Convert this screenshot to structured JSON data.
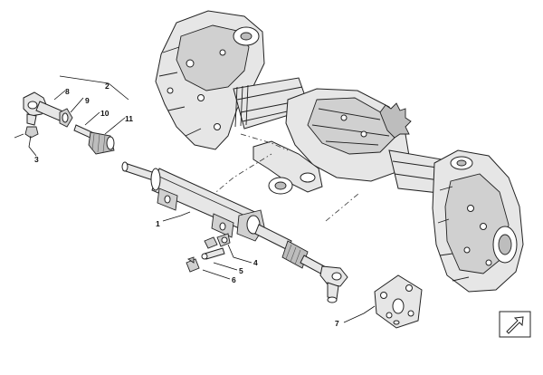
{
  "callouts": {
    "c1": "1",
    "c2": "2",
    "c3": "3",
    "c4": "4",
    "c5": "5",
    "c6": "6",
    "c7": "7",
    "c8": "8",
    "c9": "9",
    "c10": "10",
    "c11": "11"
  },
  "nav_icon": "arrow-icon",
  "colors": {
    "line": "#222222",
    "fill": "#e6e6e6",
    "background": "#ffffff"
  }
}
